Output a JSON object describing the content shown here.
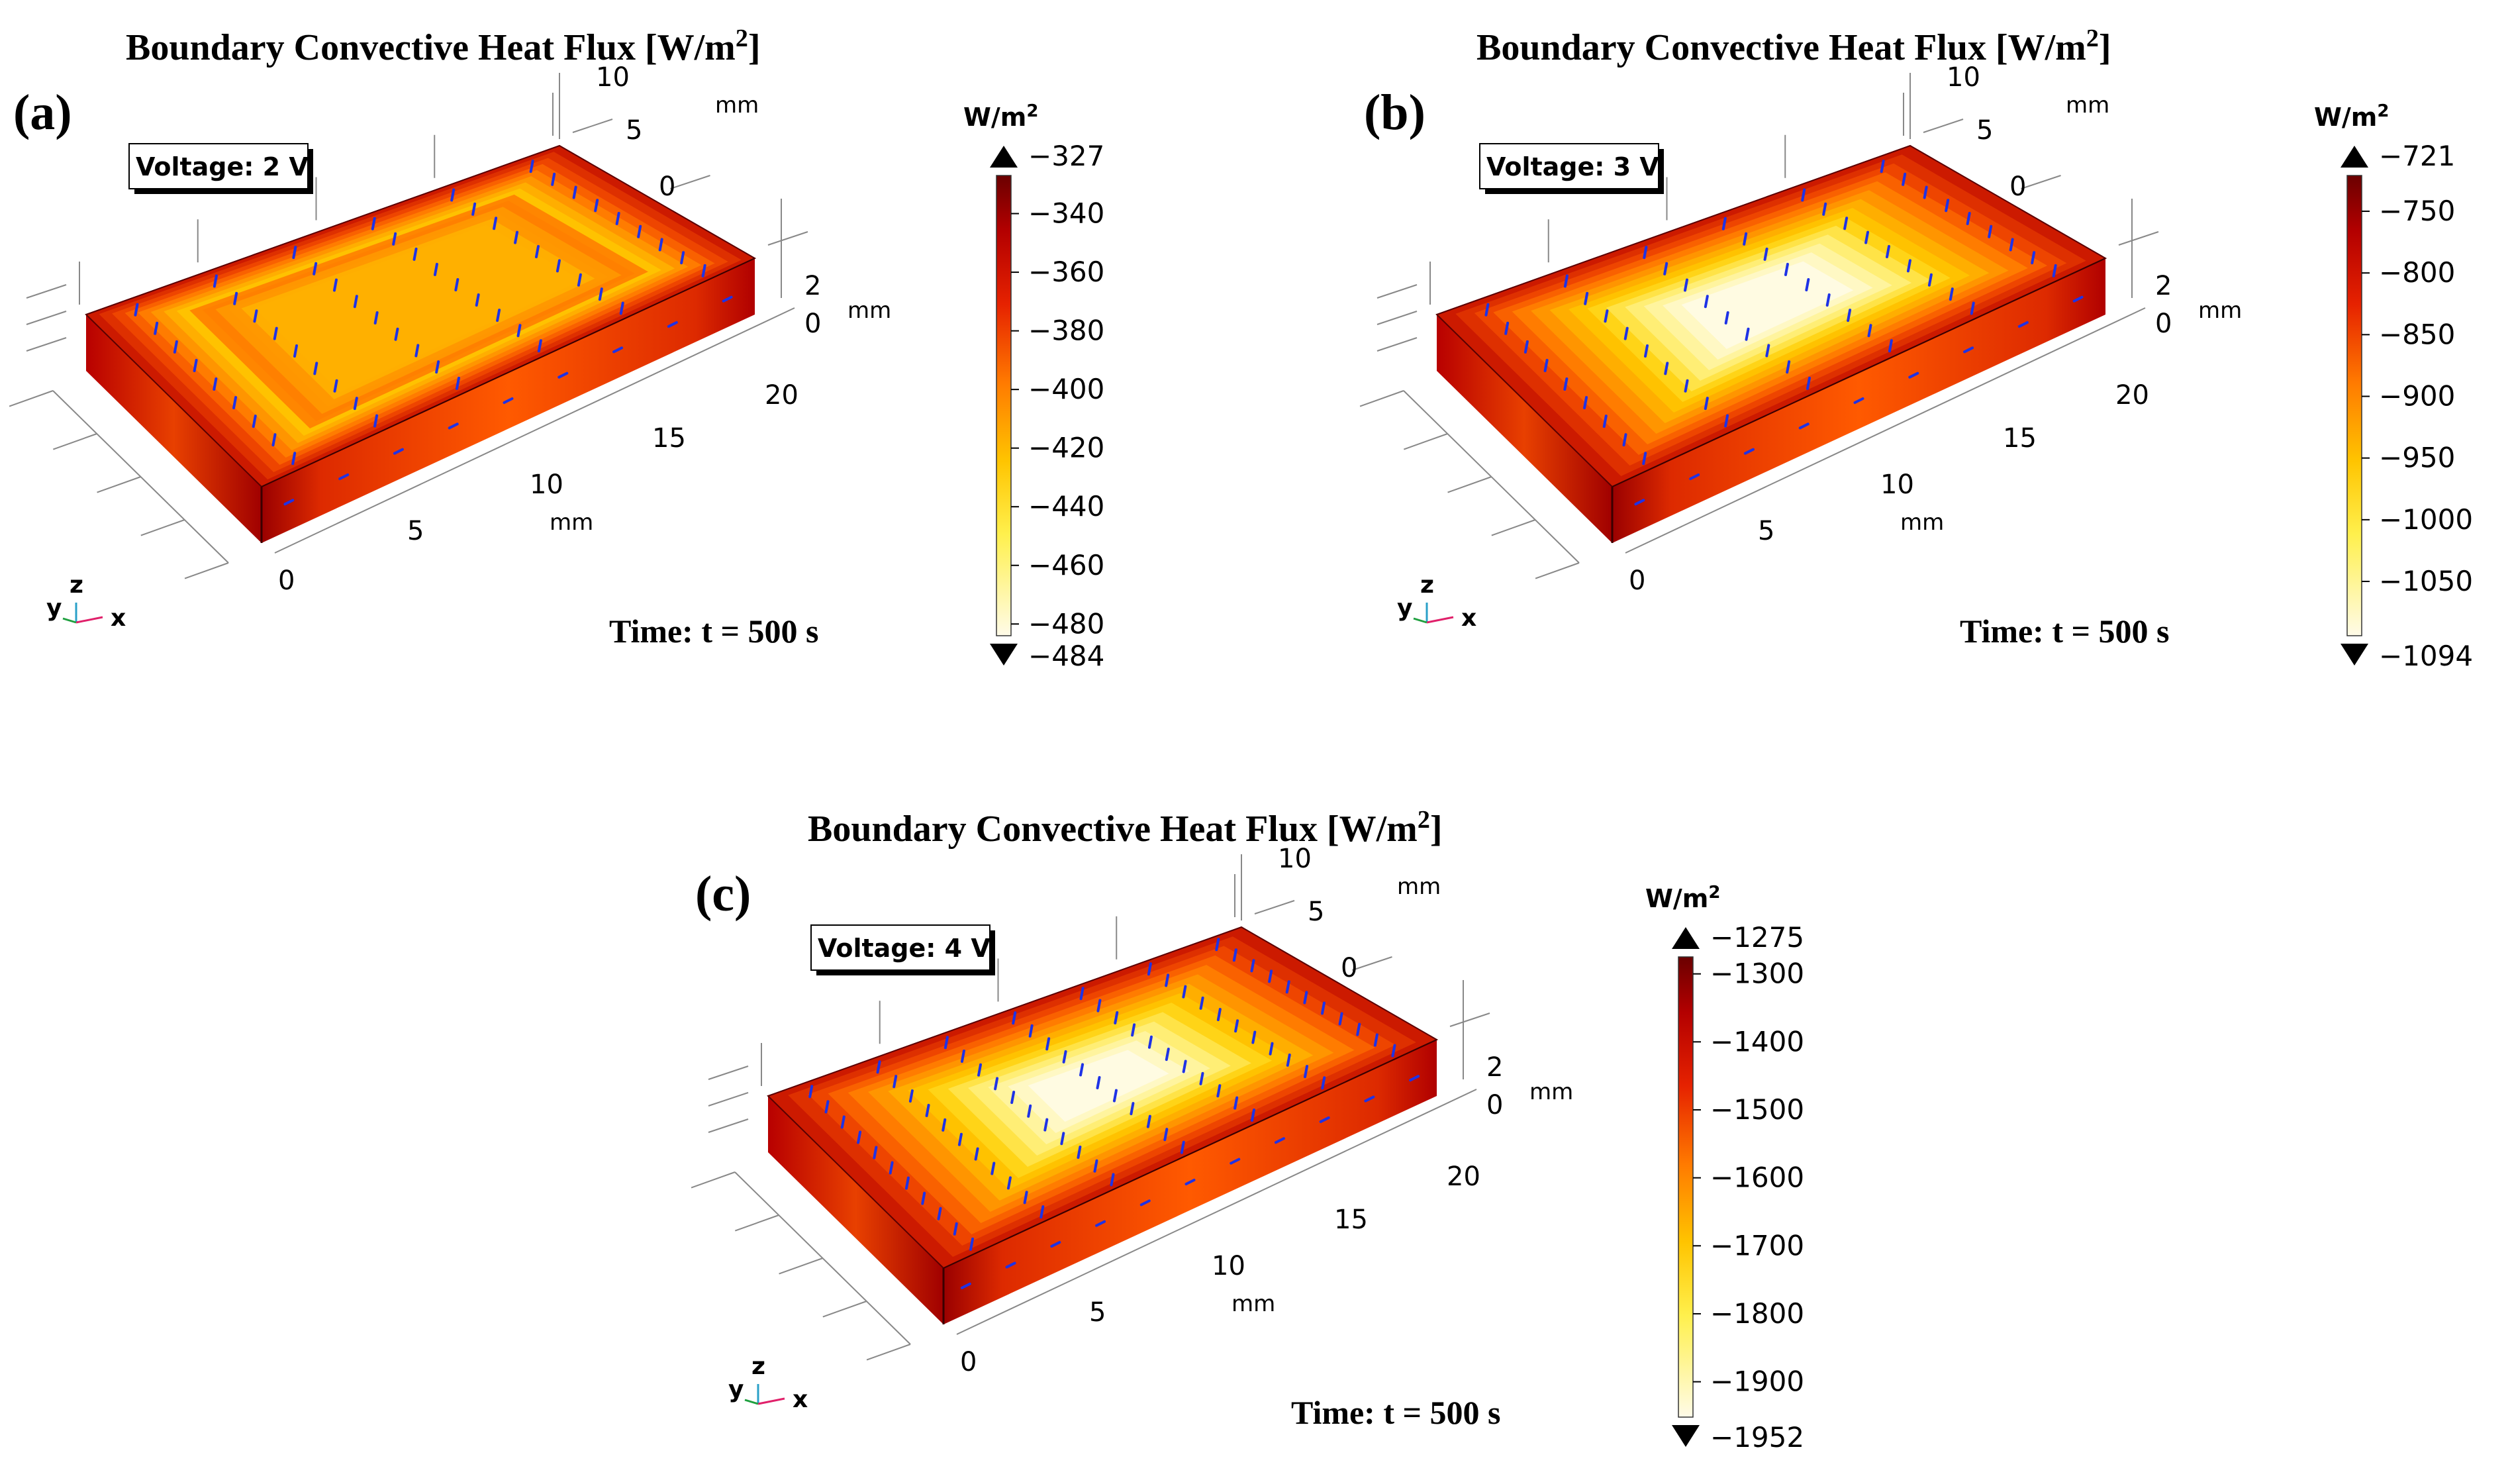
{
  "figure": {
    "panels": [
      {
        "id": "a",
        "title_main": "Boundary Convective Heat Flux [W/m",
        "title_sup": "2",
        "title_end": "]",
        "label": "(a)",
        "voltage": "Voltage: 2 V",
        "time": "Time: t = 500 s",
        "y_ticks": [
          "10",
          "5",
          "0"
        ],
        "z_ticks": [
          "2",
          "0"
        ],
        "x_ticks": [
          "20",
          "15",
          "10",
          "5",
          "0"
        ],
        "axis_unit": "mm",
        "triad": {
          "x": "x",
          "y": "y",
          "z": "z"
        },
        "colorbar": {
          "unit": "W/m",
          "unit_sup": "2",
          "max": "−327",
          "min": "−484",
          "ticks": [
            "−340",
            "−360",
            "−380",
            "−400",
            "−420",
            "−440",
            "−460",
            "−480"
          ],
          "tick_values": [
            -340,
            -360,
            -380,
            -400,
            -420,
            -440,
            -460,
            -480
          ],
          "range": [
            -484,
            -327
          ]
        }
      },
      {
        "id": "b",
        "title_main": "Boundary Convective Heat Flux [W/m",
        "title_sup": "2",
        "title_end": "]",
        "label": "(b)",
        "voltage": "Voltage: 3 V",
        "time": "Time: t = 500 s",
        "y_ticks": [
          "10",
          "5",
          "0"
        ],
        "z_ticks": [
          "2",
          "0"
        ],
        "x_ticks": [
          "20",
          "15",
          "10",
          "5",
          "0"
        ],
        "axis_unit": "mm",
        "triad": {
          "x": "x",
          "y": "y",
          "z": "z"
        },
        "colorbar": {
          "unit": "W/m",
          "unit_sup": "2",
          "max": "−721",
          "min": "−1094",
          "ticks": [
            "−750",
            "−800",
            "−850",
            "−900",
            "−950",
            "−1000",
            "−1050"
          ],
          "tick_values": [
            -750,
            -800,
            -850,
            -900,
            -950,
            -1000,
            -1050
          ],
          "range": [
            -1094,
            -721
          ]
        }
      },
      {
        "id": "c",
        "title_main": "Boundary Convective Heat Flux [W/m",
        "title_sup": "2",
        "title_end": "]",
        "label": "(c)",
        "voltage": "Voltage: 4 V",
        "time": "Time: t = 500 s",
        "y_ticks": [
          "10",
          "5",
          "0"
        ],
        "z_ticks": [
          "2",
          "0"
        ],
        "x_ticks": [
          "20",
          "15",
          "10",
          "5",
          "0"
        ],
        "axis_unit": "mm",
        "triad": {
          "x": "x",
          "y": "y",
          "z": "z"
        },
        "colorbar": {
          "unit": "W/m",
          "unit_sup": "2",
          "max": "−1275",
          "min": "−1952",
          "ticks": [
            "−1300",
            "−1400",
            "−1500",
            "−1600",
            "−1700",
            "−1800",
            "−1900"
          ],
          "tick_values": [
            -1300,
            -1400,
            -1500,
            -1600,
            -1700,
            -1800,
            -1900
          ],
          "range": [
            -1952,
            -1275
          ]
        }
      }
    ],
    "colors": {
      "hot_dark": "#8b0000",
      "hot_red": "#d42a00",
      "mid_orange": "#ff8c00",
      "warm_yellow": "#ffd700",
      "pale": "#fffbe6",
      "arrow": "#1e32e6"
    }
  }
}
